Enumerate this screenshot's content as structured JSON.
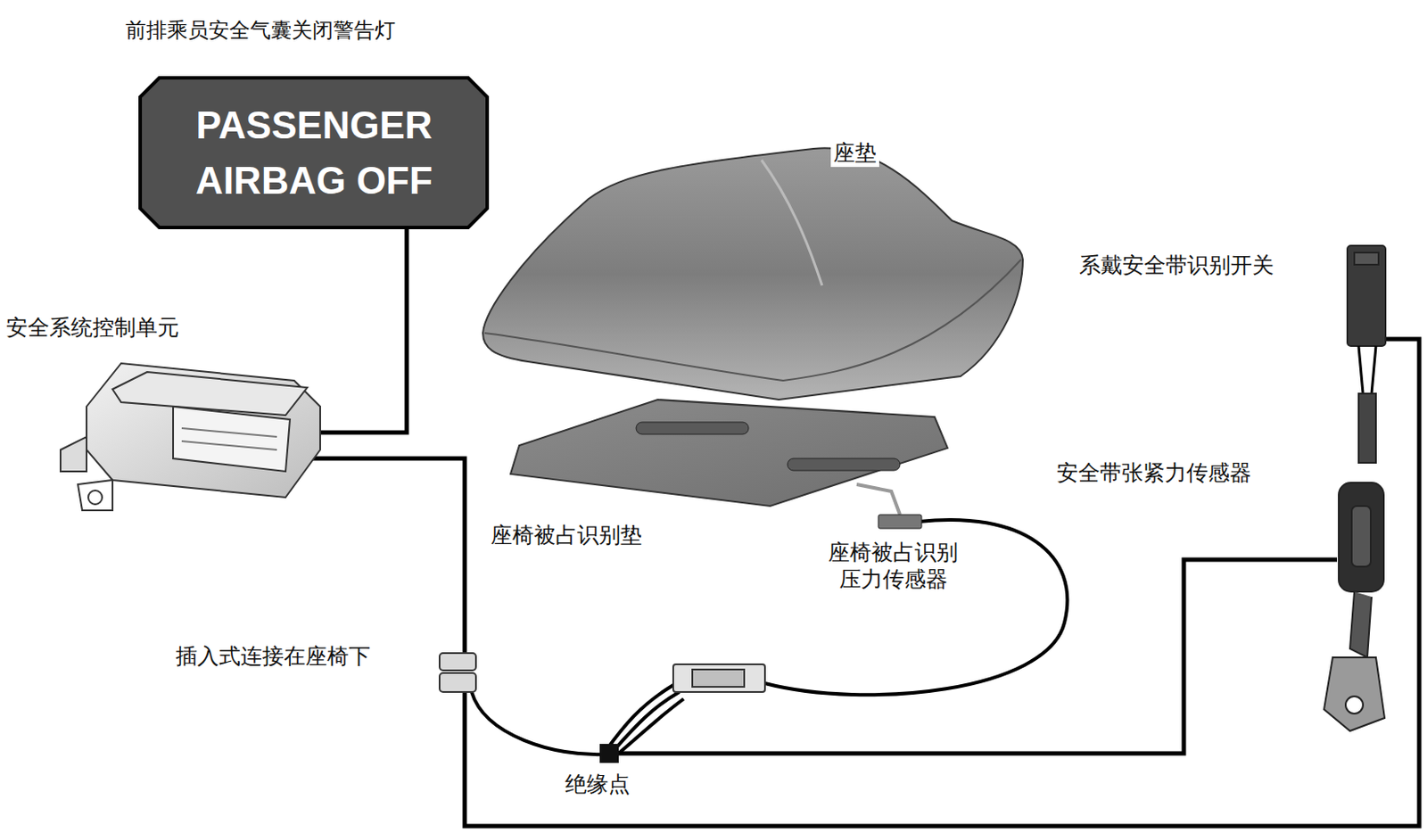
{
  "diagram": {
    "nodes": [
      {
        "text": [
          "前排乘员安全气囊关闭警告灯",
          "PASSENGER AIRBAG OFF"
        ]
      }
    ],
    "labels": [
      "安全系统控制单元",
      "座垫",
      "系戴安全带识别开关",
      "安全带张紧力传感器",
      "座椅被占识别垫",
      "座椅被占识别 压力传感器",
      "插入式连接在座椅下",
      "绝缘点"
    ]
  }
}
